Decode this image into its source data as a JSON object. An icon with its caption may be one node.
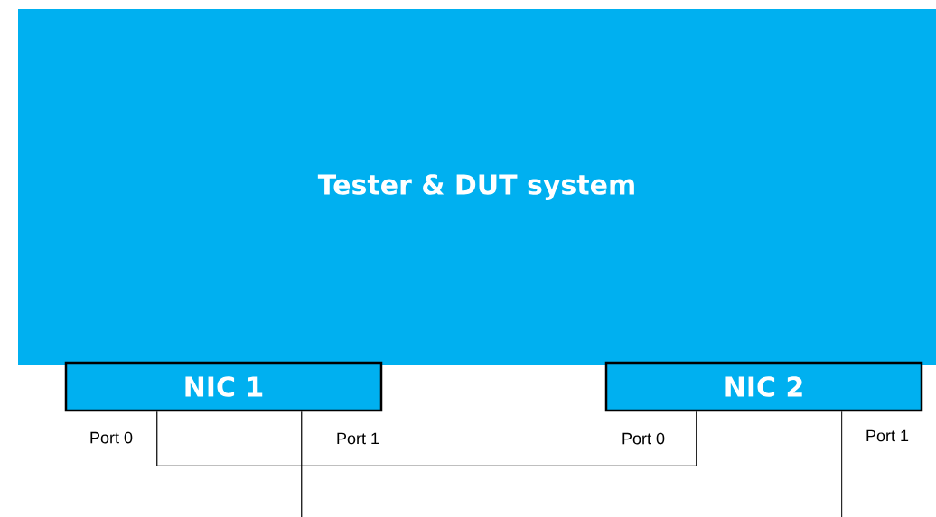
{
  "diagram": {
    "nodes": [
      {
        "text": [
          "Tester & DUT system"
        ]
      },
      {
        "text": [
          "NIC 1"
        ],
        "beside": [
          "Port 0",
          "Port 1"
        ]
      },
      {
        "text": [
          "NIC 2"
        ],
        "beside": [
          "Port 0",
          "Port 1"
        ]
      }
    ],
    "edges": [
      {
        "from": 1,
        "to": 2,
        "arrow": "none"
      },
      {
        "from": 1,
        "to": null,
        "arrow": "none"
      },
      {
        "from": 2,
        "to": null,
        "arrow": "none"
      }
    ]
  }
}
